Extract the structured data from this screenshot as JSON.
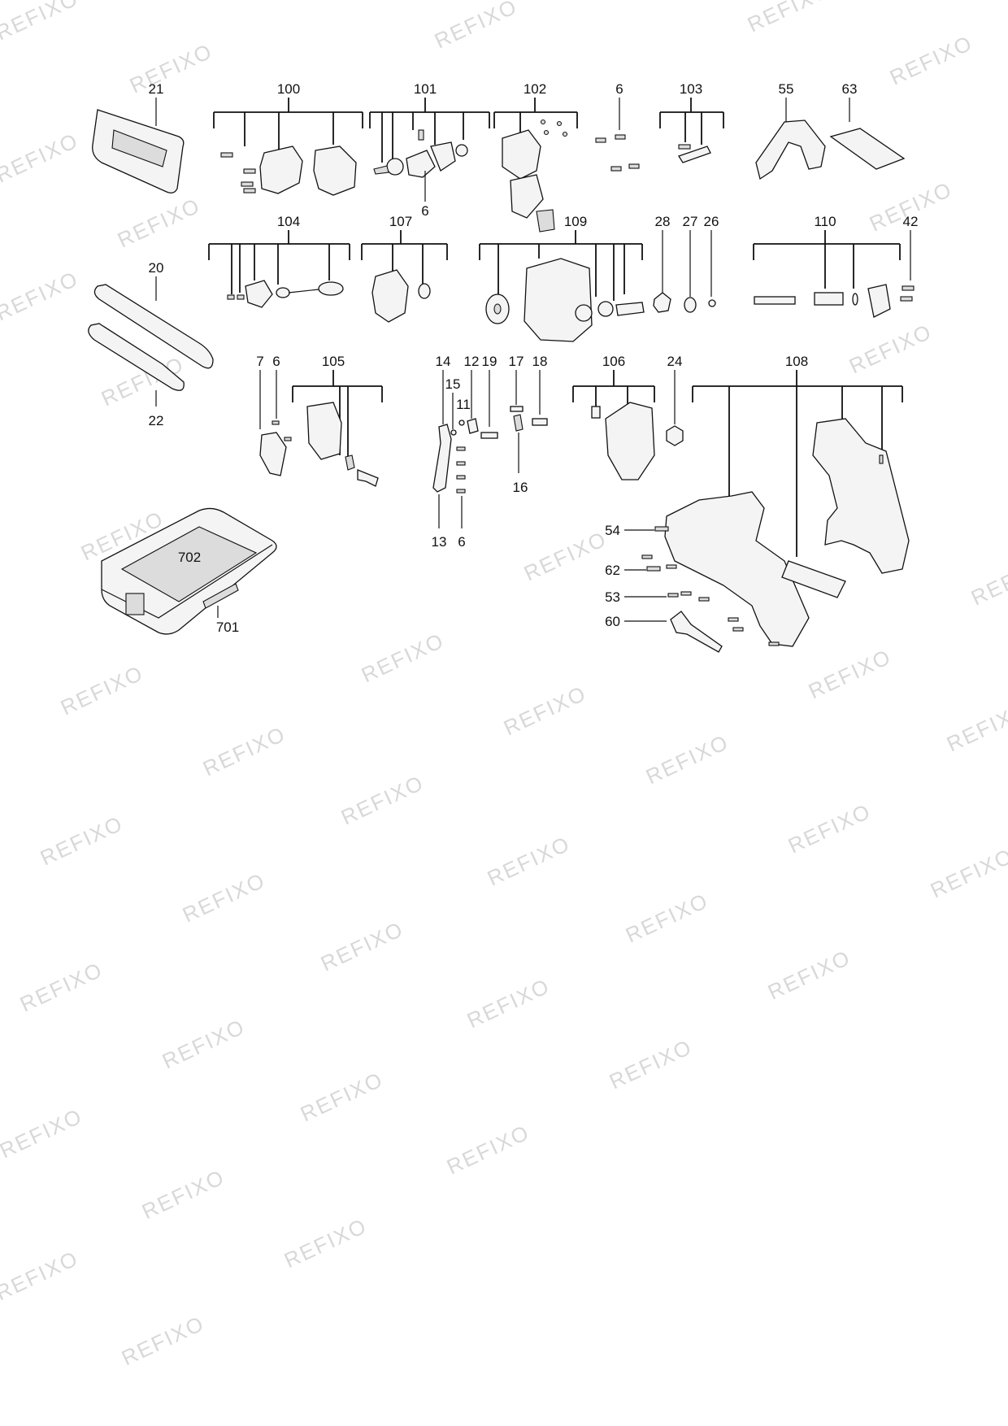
{
  "watermark": "REFIXO",
  "labels": {
    "l21": "21",
    "l100": "100",
    "l101": "101",
    "l102": "102",
    "l6a": "6",
    "l103": "103",
    "l55": "55",
    "l63": "63",
    "l6b": "6",
    "l104": "104",
    "l107": "107",
    "l109": "109",
    "l28": "28",
    "l27": "27",
    "l26": "26",
    "l110": "110",
    "l42": "42",
    "l20": "20",
    "l22": "22",
    "l7": "7",
    "l6c": "6",
    "l105": "105",
    "l14": "14",
    "l15": "15",
    "l11": "11",
    "l12": "12",
    "l19": "19",
    "l17": "17",
    "l18": "18",
    "l16": "16",
    "l13": "13",
    "l6d": "6",
    "l106": "106",
    "l24": "24",
    "l108": "108",
    "l54": "54",
    "l62": "62",
    "l53": "53",
    "l60": "60",
    "l702": "702",
    "l701": "701"
  }
}
